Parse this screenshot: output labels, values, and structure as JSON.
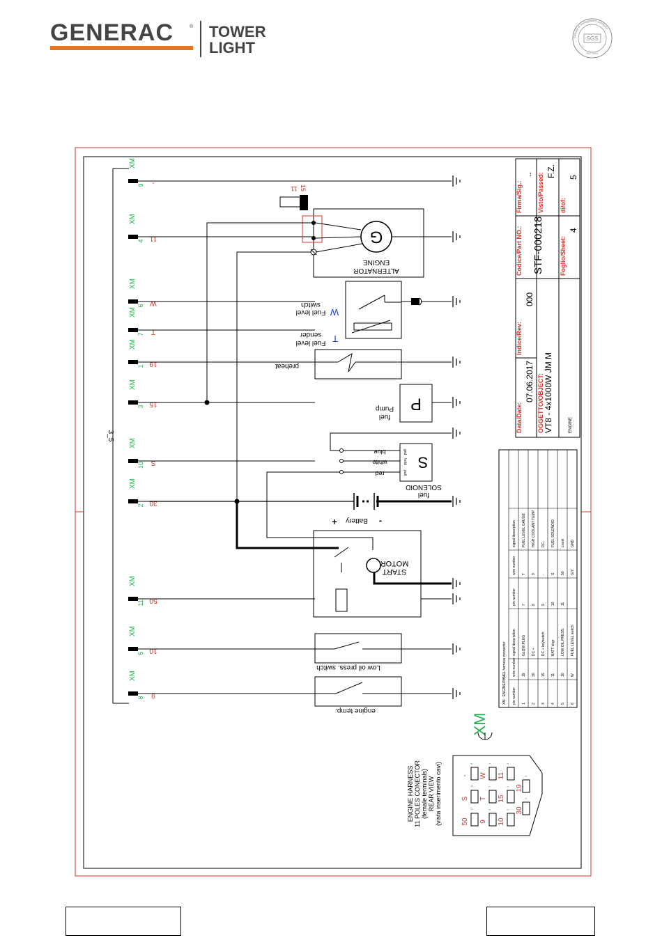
{
  "header": {
    "brand": "GENERAC",
    "registered": "®",
    "product_line1": "TOWER",
    "product_line2": "LIGHT",
    "cert_seal": {
      "ring_text": "Sistema di management certificato",
      "center": "SGS",
      "bottom": "ISO 9001"
    }
  },
  "colors": {
    "brand_orange": "#E8741E",
    "frame_red": "#D0342C",
    "wire_green": "#22B14C",
    "wire_red": "#D0342C",
    "wire_blue": "#1E3CC8"
  },
  "diagram": {
    "bus_label": "3_5",
    "connectors": [
      {
        "name": "XM",
        "pin": "9",
        "wire": "-"
      },
      {
        "name": "XM",
        "pin": "4",
        "wire": "11"
      },
      {
        "name": "XM",
        "pin": "6",
        "wire": "W"
      },
      {
        "name": "XM",
        "pin": "7",
        "wire": "T"
      },
      {
        "name": "XM",
        "pin": "1",
        "wire": "19"
      },
      {
        "name": "XM",
        "pin": "3",
        "wire": "15"
      },
      {
        "name": "XM",
        "pin": "10",
        "wire": "S"
      },
      {
        "name": "XM",
        "pin": "2",
        "wire": "30"
      },
      {
        "name": "XM",
        "pin": "11",
        "wire": "50"
      },
      {
        "name": "XM",
        "pin": "5",
        "wire": "10"
      },
      {
        "name": "XM",
        "pin": "8",
        "wire": "9"
      }
    ],
    "components": {
      "alternator": {
        "line1": "ENGINE",
        "line2": "ALTERNATOR",
        "symbol": "G",
        "term_top": "11",
        "term_side": "15"
      },
      "fuel_switch": {
        "line1": "Fuel level",
        "line2": "switch",
        "letter": "W"
      },
      "fuel_sender": {
        "line1": "Fuel level",
        "line2": "sender",
        "letter": "T"
      },
      "preheat": "preheat",
      "pump": {
        "line1": "fuel",
        "line2": "Pump",
        "symbol": "P"
      },
      "solenoid": {
        "line1": "fuel",
        "line2": "SOLENOID",
        "symbol": "S",
        "wire_blue": "blue",
        "wire_white": "white",
        "wire_red": "red",
        "pin_gnd": "gnd",
        "pin_hold": "hold",
        "pin_pull": "pull"
      },
      "battery": {
        "label": "Battery",
        "plus": "+",
        "minus": "-"
      },
      "starter": {
        "line1": "START",
        "line2": "MOTOR"
      },
      "oil_switch": "Low oil press. switch",
      "temp_switch": "engine temp."
    },
    "connector_view": {
      "title_lines": [
        "ENGINE HARNESS",
        "11 POLES CONECTOR",
        "(female terminals)",
        "REAR VIEW",
        "(vista inserimento cavi)"
      ],
      "connector_name": "XM",
      "pins": [
        {
          "pin": "8",
          "wire": "-"
        },
        {
          "pin": "4",
          "wire": "W"
        },
        {
          "pin": "11",
          "wire": "S"
        },
        {
          "pin": "7",
          "wire": "T"
        },
        {
          "pin": "3",
          "wire": "11"
        },
        {
          "pin": "10",
          "wire": "50"
        },
        {
          "pin": "6",
          "wire": "9"
        },
        {
          "pin": "2",
          "wire": "10"
        },
        {
          "pin": "1",
          "wire": "15"
        },
        {
          "pin": "5",
          "wire": "19"
        },
        {
          "pin": "9",
          "wire": "30"
        }
      ]
    },
    "harness_table": {
      "caption": "XM : ENGINE/PANEL harness connector",
      "headers": [
        "pin number",
        "wire number",
        "signal description",
        "pin number",
        "wire number",
        "signal description"
      ],
      "rows": [
        [
          "1",
          "19",
          "GLOW PLUG",
          "7",
          "T",
          "FUEL LEVEL GAUGE"
        ],
        [
          "2",
          "30",
          "DC +",
          "8",
          "9",
          "HIGH COOLANT TEMP"
        ],
        [
          "3",
          "15",
          "DC + keyswitch",
          "9",
          "-",
          "DC-"
        ],
        [
          "4",
          "11",
          "BATT chgr",
          "10",
          "S",
          "FUEL SOLENOID"
        ],
        [
          "5",
          "10",
          "LOW OIL PRESS.",
          "11",
          "50",
          "crank"
        ],
        [
          "6",
          "W",
          "FUEL LEVEL switch",
          "",
          "G/Y",
          "GND"
        ]
      ]
    }
  },
  "title_block": {
    "date_label": "Data/Date:",
    "date_value": "07.06.2017",
    "rev_label": "Indice/Rev:",
    "rev_value": "000",
    "code_label": "Codice/Part NO.:",
    "code_value": "STF-000218",
    "sig_label": "Firma/Sig.:",
    "sig_value": "--",
    "object_label": "OGGETTO/OBJECT:",
    "object_value": "VT8 - 4x1000W JM M",
    "object_sub": "ENGINE",
    "sheet_label": "Foglio/Sheet:",
    "sheet_value": "4",
    "passed_label": "Visto/Passed:",
    "passed_value": "F.Z.",
    "of_label": "di/of:",
    "of_value": "5"
  },
  "footer": {
    "left_box": "",
    "right_box": ""
  }
}
